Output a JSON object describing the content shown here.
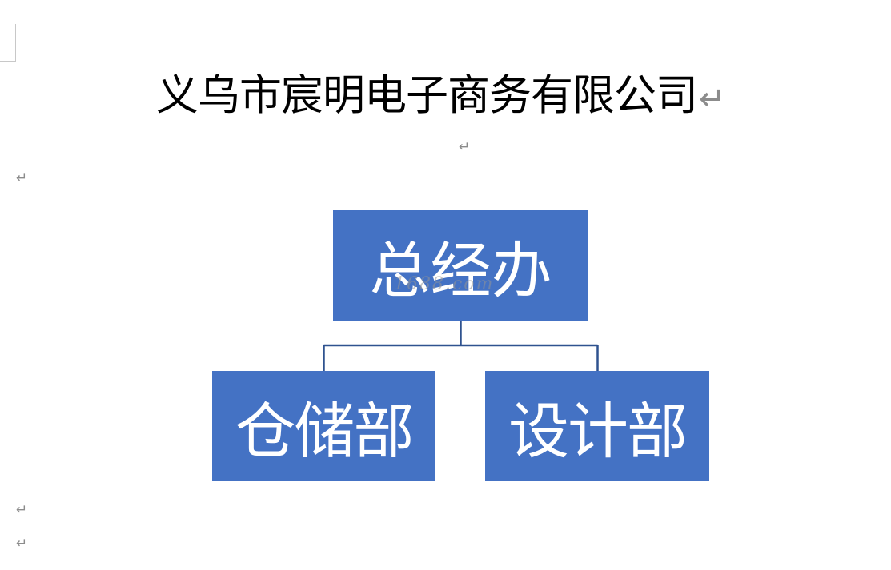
{
  "document": {
    "title": "义乌市宸明电子商务有限公司",
    "paragraph_mark": "↵"
  },
  "org_chart": {
    "root": {
      "label": "总经办"
    },
    "children": [
      {
        "label": "仓储部"
      },
      {
        "label": "设计部"
      }
    ],
    "box_color": "#4472c4",
    "connector_color": "#2f528f",
    "text_color": "#ffffff"
  },
  "watermark": {
    "text": "1688.com"
  }
}
